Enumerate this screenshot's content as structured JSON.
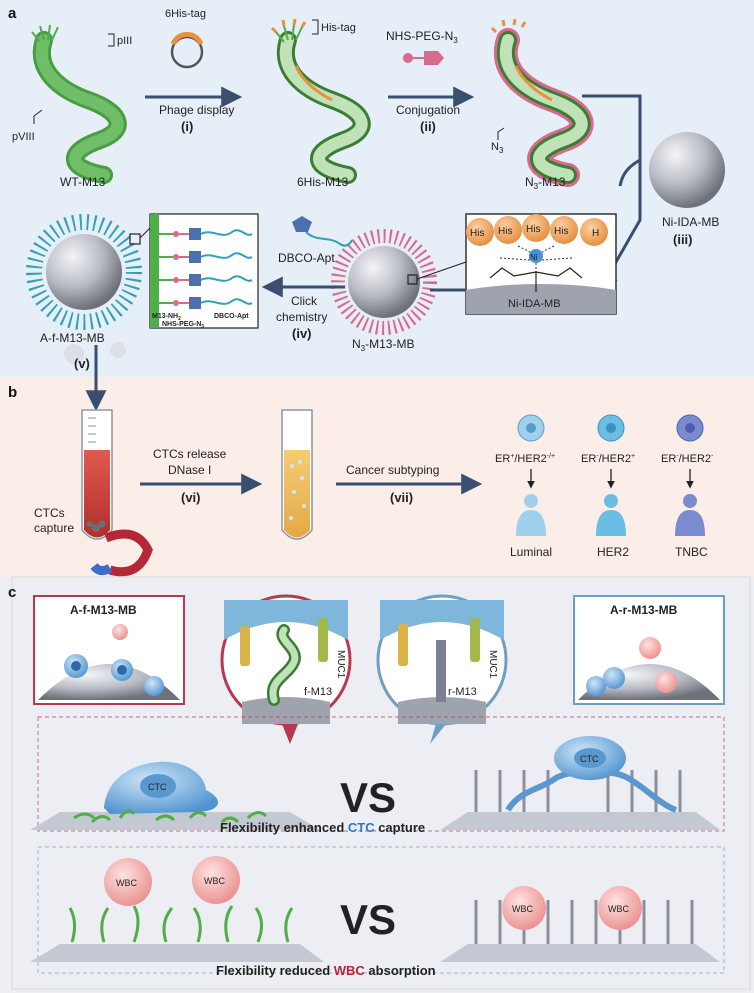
{
  "panels": {
    "a": "a",
    "b": "b",
    "c": "c"
  },
  "panel_a": {
    "pIII": "pIII",
    "pVIII": "pVIII",
    "wt_label": "WT-M13",
    "his_tag_plasmid": "6His-tag",
    "his_tag_side": "His-tag",
    "step1_label": "Phage display",
    "step1_num": "(i)",
    "his_label": "6His-M13",
    "nhs_reagent": "NHS-PEG-N",
    "nhs_sub": "3",
    "step2_label": "Conjugation",
    "step2_num": "(ii)",
    "n3_side": "N",
    "n3_side_sub": "3",
    "n3m13_label": "N",
    "n3m13_sub": "3",
    "n3m13_suffix": "-M13",
    "bead_label": "Ni-IDA-MB",
    "bead_num": "(iii)",
    "his_beads": [
      "His",
      "His",
      "His",
      "His",
      "H"
    ],
    "ni_label": "Ni",
    "ni_ida_box_label": "Ni-IDA-MB",
    "n3mb_label": "N",
    "n3mb_sub": "3",
    "n3mb_suffix": "-M13-MB",
    "dbco_apt": "DBCO-Apt",
    "click1": "Click",
    "click2": "chemistry",
    "step4_num": "(iv)",
    "inset_m13nh2": "M13-NH",
    "inset_m13nh2_sub": "2",
    "inset_nhspeg": "NHS-PEG-N",
    "inset_nhspeg_sub": "3",
    "inset_dbco": "DBCO-Apt",
    "afmb_label": "A-f-M13-MB"
  },
  "panel_b": {
    "step5_num": "(v)",
    "ctcs_capture1": "CTCs",
    "ctcs_capture2": "capture",
    "release1": "CTCs release",
    "release2": "DNase I",
    "step6_num": "(vi)",
    "subtyping": "Cancer subtyping",
    "step7_num": "(vii)",
    "subtypes": [
      {
        "rec_a": "ER",
        "sup_a": "+",
        "rec_b": "/HER2",
        "sup_b": "-/+",
        "name": "Luminal",
        "color": "#9fd0ec"
      },
      {
        "rec_a": "ER",
        "sup_a": "-",
        "rec_b": "/HER2",
        "sup_b": "+",
        "name": "HER2",
        "color": "#6cbde3"
      },
      {
        "rec_a": "ER",
        "sup_a": "-",
        "rec_b": "/HER2",
        "sup_b": "-",
        "name": "TNBC",
        "color": "#7b8bd0"
      }
    ]
  },
  "panel_c": {
    "left_box_title": "A-f-M13-MB",
    "right_box_title": "A-r-M13-MB",
    "muc1_left": "MUC1",
    "muc1_right": "MUC1",
    "fm13": "f-M13",
    "rm13": "r-M13",
    "vs1": "VS",
    "vs2": "VS",
    "ctc_cell": "CTC",
    "wbc_cell": "WBC",
    "cap1_prefix": "Flexibility enhanced ",
    "cap1_keyword": "CTC",
    "cap1_suffix": " capture",
    "cap2_prefix": "Flexibility reduced ",
    "cap2_keyword": "WBC",
    "cap2_suffix": " absorption"
  },
  "colors": {
    "panel_a_bg": "#e6eef7",
    "panel_b_bg": "#fbeee9",
    "panel_c_bg": "#eceef3",
    "ctc_blue": "#2a78c8",
    "wbc_red": "#b52637",
    "phage_green": "#4fae47",
    "his_orange": "#ec8f3e",
    "arrow_navy": "#3a4f70",
    "apt_teal": "#2fa3b5",
    "pink": "#d96a8e"
  }
}
